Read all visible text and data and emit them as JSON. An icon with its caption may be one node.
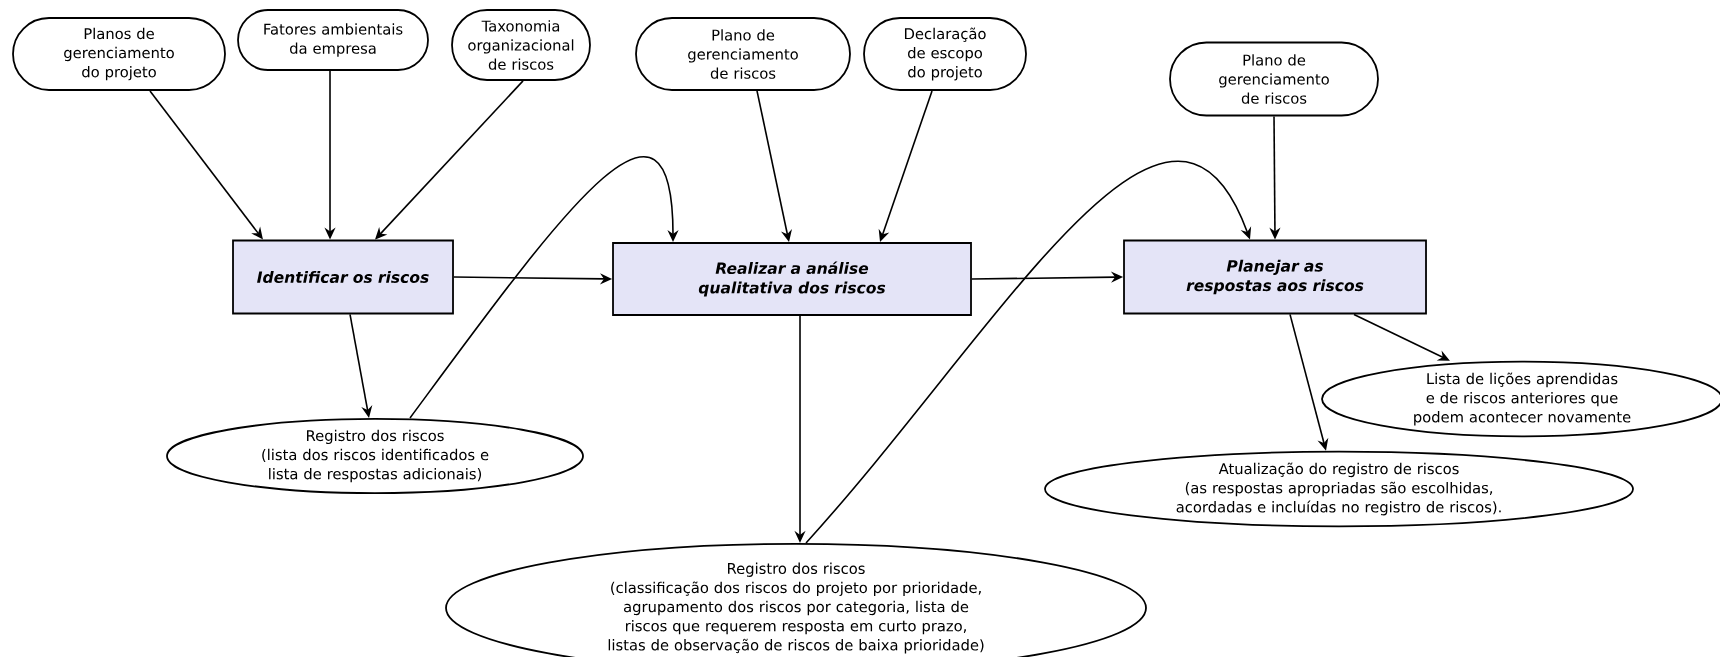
{
  "diagram": {
    "nodes": [
      {
        "text": [
          "Planos de gerenciamento do projeto"
        ]
      },
      {
        "text": [
          "Fatores ambientais da empresa"
        ]
      },
      {
        "text": [
          "Taxonomia organizacional de riscos"
        ]
      },
      {
        "text": [
          "Plano de gerenciamento de riscos"
        ]
      },
      {
        "text": [
          "Declaração de escopo do projeto"
        ]
      },
      {
        "text": [
          "Plano de gerenciamento de riscos"
        ]
      },
      {
        "text": [
          "Identificar os riscos"
        ]
      },
      {
        "text": [
          "Realizar a análise qualitativa dos riscos"
        ]
      },
      {
        "text": [
          "Planejar as respostas aos riscos"
        ]
      },
      {
        "text": [
          "Lista de lições aprendidas e de riscos anteriores que podem acontecer novamente"
        ]
      },
      {
        "text": [
          "Registro dos riscos",
          "(lista dos riscos identificados e lista de respostas adicionais)"
        ]
      },
      {
        "text": [
          "Atualização do registro de riscos",
          "(as respostas apropriadas são escolhidas, acordadas e incluídas no registro de riscos)."
        ]
      },
      {
        "text": [
          "Registro dos riscos",
          "(classificação dos riscos do projeto por prioridade, agrupamento dos riscos por categoria, lista de riscos que requerem resposta em curto prazo, listas de observação de riscos de baixa prioridade)"
        ]
      }
    ],
    "edges": [
      {
        "from": 0,
        "to": 6,
        "arrow": "to"
      },
      {
        "from": 1,
        "to": 6,
        "arrow": "to"
      },
      {
        "from": 2,
        "to": 6,
        "arrow": "to"
      },
      {
        "from": 6,
        "to": 7,
        "arrow": "to"
      },
      {
        "from": 6,
        "to": 10,
        "arrow": "to"
      },
      {
        "from": 10,
        "to": 7,
        "arrow": "to"
      },
      {
        "from": 3,
        "to": 7,
        "arrow": "to"
      },
      {
        "from": 4,
        "to": 7,
        "arrow": "to"
      },
      {
        "from": 7,
        "to": 8,
        "arrow": "to"
      },
      {
        "from": 7,
        "to": 12,
        "arrow": "to"
      },
      {
        "from": 12,
        "to": 8,
        "arrow": "to"
      },
      {
        "from": 5,
        "to": 8,
        "arrow": "to"
      },
      {
        "from": 8,
        "to": 11,
        "arrow": "to"
      },
      {
        "from": 8,
        "to": 9,
        "arrow": "to"
      }
    ]
  }
}
